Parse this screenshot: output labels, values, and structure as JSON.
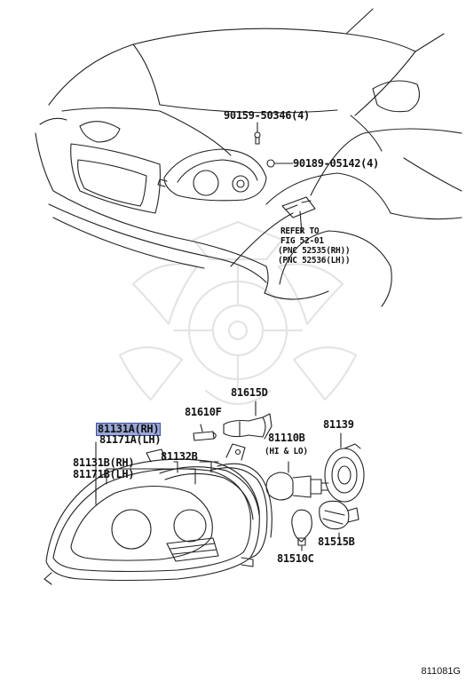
{
  "diagram": {
    "labels": {
      "p90159": "90159-50346(4)",
      "p90189": "90189-05142(4)",
      "refer_l1": "REFER TO",
      "refer_l2": "FIG  52-01",
      "refer_l3": "(PNC  52535(RH))",
      "refer_l4": "(PNC  52536(LH))",
      "p81615D": "81615D",
      "p81610F": "81610F",
      "p81139": "81139",
      "p81131A": "81131A(RH)",
      "p81171A": "81171A(LH)",
      "p81110B": "81110B",
      "p81110B_sub": "(HI & LO)",
      "p81131B": "81131B(RH)",
      "p81171B": "81171B(LH)",
      "p81132B": "81132B",
      "p81515B": "81515B",
      "p81510C": "81510C"
    },
    "highlight_color": "#9aa7d6",
    "diagram_code": "811081G"
  }
}
